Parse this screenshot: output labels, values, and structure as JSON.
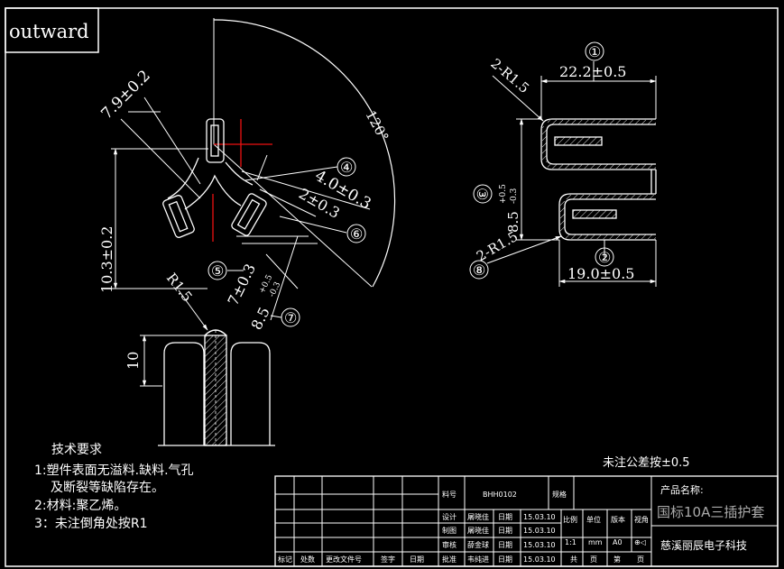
{
  "frame_label": "outward",
  "dimensions": {
    "angle": "120°",
    "d_7_9": "7.9±0.2",
    "d_10_3": "10.3±0.2",
    "d_4_0": "4.0±0.3",
    "d_2_0": "2±0.3",
    "d_7_0": "7±0.3",
    "d_8_5_main": "8.5",
    "d_8_5_tol_up": "+0.5",
    "d_8_5_tol_dn": "-0.3",
    "d_r1_5": "R1.5",
    "d_10": "10",
    "d_22_2": "22.2±0.5",
    "d_2_r1_5_top": "2-R1.5",
    "d_2_r1_5_bot": "2-R1.5",
    "d_8_5_right_main": "8.5",
    "d_8_5_right_tol_up": "+0.5",
    "d_8_5_right_tol_dn": "-0.3",
    "d_19_0": "19.0±0.5"
  },
  "balloons": [
    "①",
    "②",
    "③",
    "④",
    "⑤",
    "⑥",
    "⑦",
    "⑧"
  ],
  "notes": {
    "heading": "技术要求",
    "line1": "1:塑件表面无溢料.缺料.气孔",
    "line1b": "及断裂等缺陷存在。",
    "line2": "2:材料:聚乙烯。",
    "line3": "3：未注倒角处按R1"
  },
  "general_tolerance": "未注公差按±0.5",
  "title_block": {
    "part_no_label": "料号",
    "part_no": "BHH0102",
    "spec_label": "规格",
    "product_name_label": "产品名称:",
    "product_name": "国标10A三插护套",
    "company": "慈溪丽辰电子科技",
    "rows": [
      {
        "role": "设计",
        "name": "屠晓佳",
        "date_label": "日期",
        "date": "15.03.10"
      },
      {
        "role": "制图",
        "name": "屠晓佳",
        "date_label": "日期",
        "date": "15.03.10"
      },
      {
        "role": "审核",
        "name": "薛金球",
        "date_label": "日期",
        "date": "15.03.10"
      },
      {
        "role": "批准",
        "name": "韦纯进",
        "date_label": "日期",
        "date": "15.03.10"
      }
    ],
    "col_headers": [
      "比例",
      "单位",
      "版本",
      "视角"
    ],
    "col_values": [
      "1:1",
      "mm",
      "A0",
      "⊕◁"
    ],
    "footer": [
      "标记",
      "处数",
      "更改文件号",
      "签字",
      "日期"
    ],
    "pages": [
      "共",
      "页",
      "第",
      "页"
    ]
  }
}
